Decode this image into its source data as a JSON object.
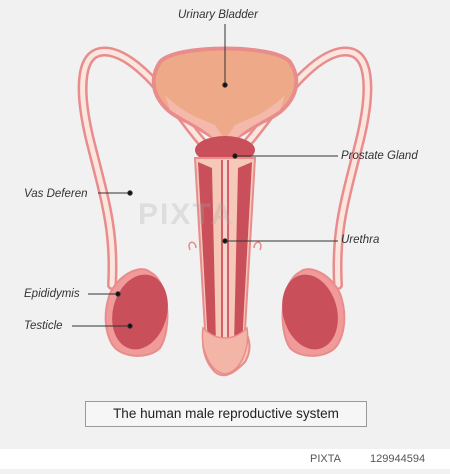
{
  "labels": {
    "urinary_bladder": "Urinary Bladder",
    "prostate_gland": "Prostate Gland",
    "vas_deferen": "Vas Deferen",
    "urethra": "Urethra",
    "epididymis": "Epididymis",
    "testicle": "Testicle"
  },
  "caption": "The human male reproductive system",
  "watermark": "PIXTA",
  "footer": {
    "brand": "PIXTA",
    "image_id": "129944594"
  },
  "colors": {
    "background": "#f1f1f1",
    "outline_pink": "#e88c8c",
    "tissue_light": "#f6c8b8",
    "bladder": "#eeaa88",
    "organ_red": "#c9505a",
    "organ_dark": "#b8404c"
  }
}
